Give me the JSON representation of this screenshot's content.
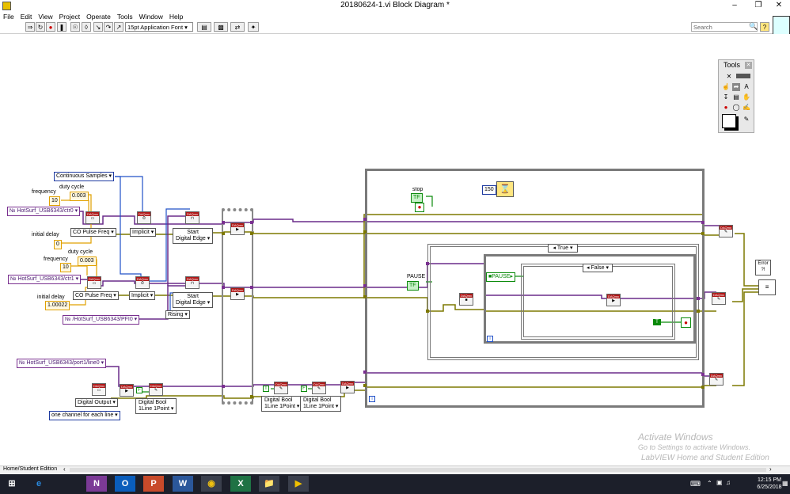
{
  "window": {
    "title": "20180624-1.vi Block Diagram *",
    "menu": [
      "File",
      "Edit",
      "View",
      "Project",
      "Operate",
      "Tools",
      "Window",
      "Help"
    ]
  },
  "toolbar": {
    "font": "15pt Application Font",
    "search_placeholder": "Search",
    "help_label": "?"
  },
  "tools_palette": {
    "title": "Tools"
  },
  "diagram": {
    "ring_continuous": "Continuous Samples",
    "ctr0": "HotSurf_USB6343/ctr0",
    "ctr1": "HotSurf_USB6343/ctr1",
    "pfi0": "/HotSurf_USB6343/PFI0",
    "line0": "HotSurf_USB6343/port1/line0",
    "label_frequency": "frequency",
    "label_duty_cycle": "duty cycle",
    "label_initial_delay": "initial delay",
    "ch0": {
      "frequency": "10",
      "duty": "0.003",
      "delay": "0"
    },
    "ch1": {
      "frequency": "10",
      "duty": "0.003",
      "delay": "1.00022"
    },
    "co_pulse_freq": "CO Pulse Freq",
    "implicit": "Implicit",
    "start_line1": "Start",
    "start_line2": "Digital Edge",
    "rising": "Rising",
    "digital_output": "Digital Output",
    "one_channel": "one channel for each line",
    "digital_bool_l1": "Digital Bool",
    "digital_bool_l2": "1Line 1Point",
    "stop_label": "stop",
    "tf": "TF",
    "wait_ms": "150",
    "case_true": "True",
    "case_false": "False",
    "pause_label": "PAUSE",
    "pause_local": "PAUSE",
    "loop_index": "i",
    "true_const": "T"
  },
  "status": {
    "edition": "Home/Student Edition",
    "watermark_line1": "Activate Windows",
    "watermark_line2": "Go to Settings to activate Windows.",
    "watermark_line3": "LabVIEW Home and Student Edition"
  },
  "taskbar": {
    "time": "12:15 PM",
    "date": "6/25/2018",
    "apps": [
      "start",
      "edge",
      "onenote",
      "outlook",
      "powerpoint",
      "word",
      "chrome",
      "excel",
      "explorer",
      "labview"
    ]
  }
}
